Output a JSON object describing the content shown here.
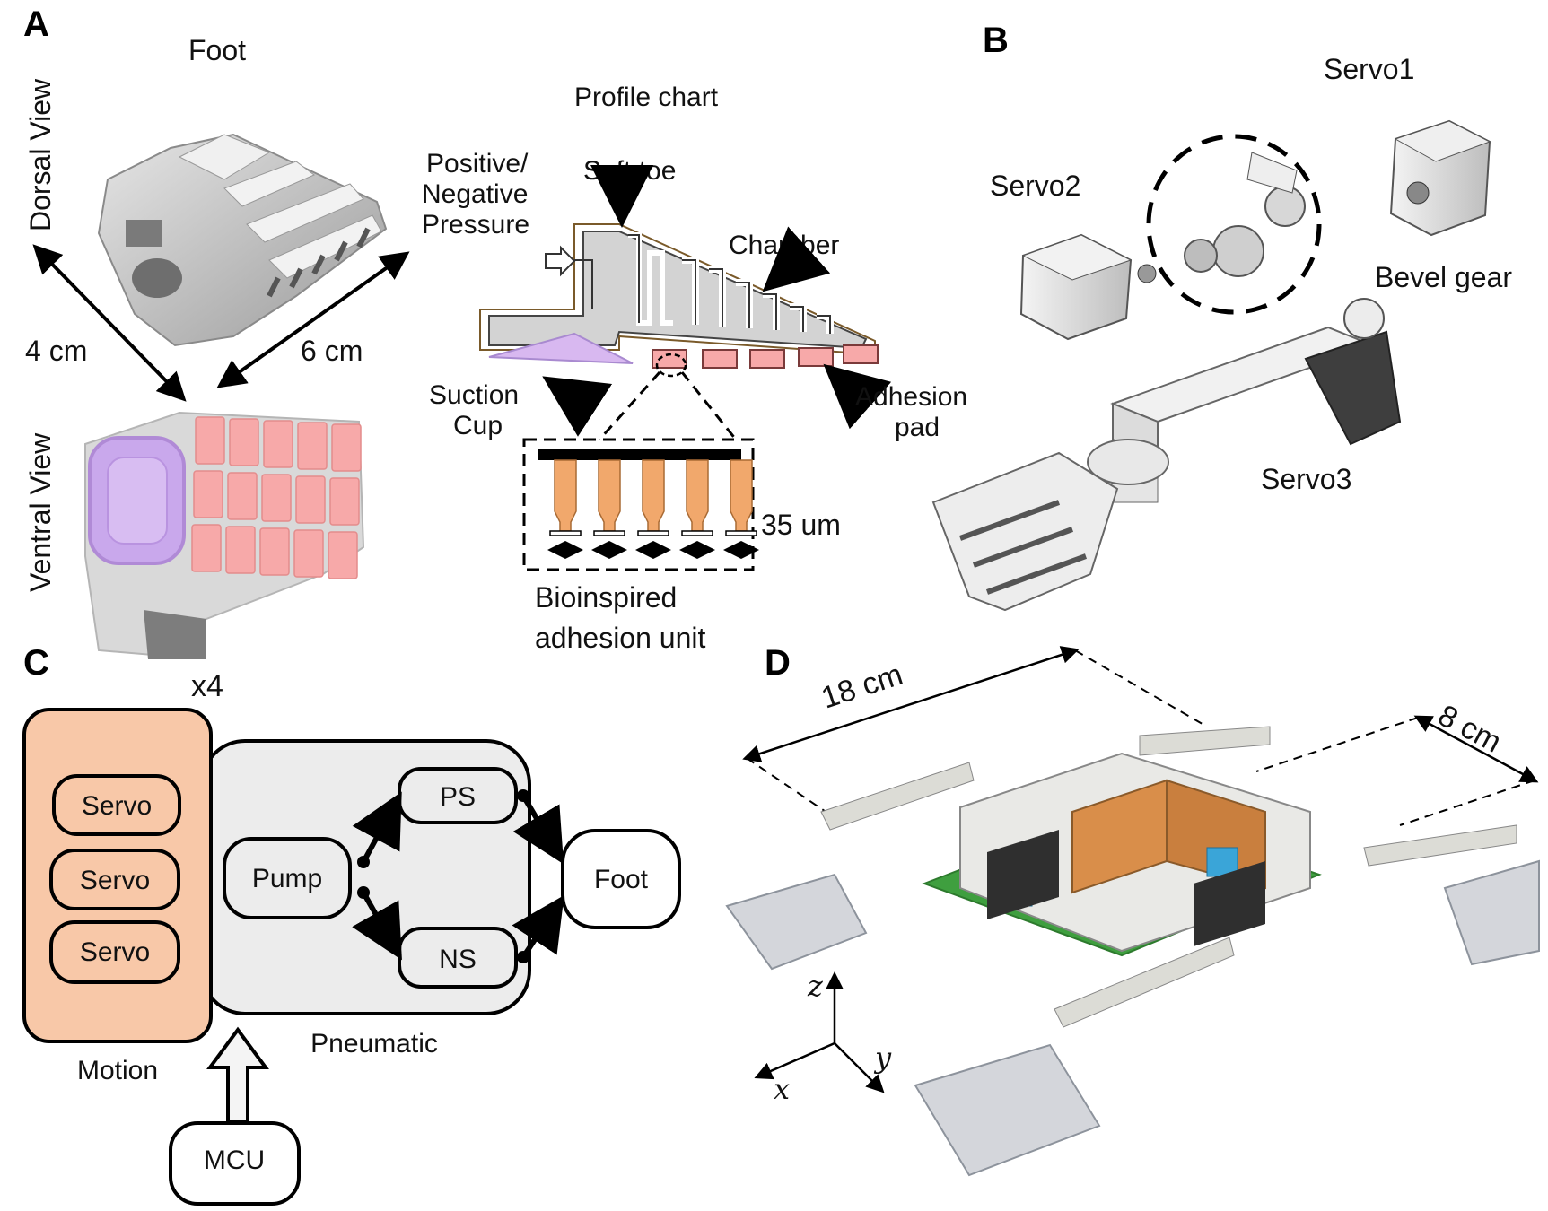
{
  "colors": {
    "motion_fill": "#f8c8a8",
    "pneumatic_fill": "#ececec",
    "adhesion_pad": "#f7a9a9",
    "suction_cup": "#d8b8f0",
    "setae": "#f1a86c",
    "robot_body": "#d98e4a",
    "connector_blue": "#3aa5d8",
    "pcb_green": "#3f9f3f",
    "servo_dark": "#2f2f2f"
  },
  "panel_a": {
    "letter": "A",
    "foot_title": "Foot",
    "dorsal_label": "Dorsal View",
    "ventral_label": "Ventral View",
    "dim_width": "4 cm",
    "dim_length": "6 cm",
    "profile_title": "Profile chart",
    "pressure_label": [
      "Positive/",
      "Negative",
      "Pressure"
    ],
    "soft_toe": "Soft toe",
    "chamber": "Chamber",
    "suction_cup": [
      "Suction",
      "Cup"
    ],
    "adhesion_pad": [
      "Adhesion",
      "pad"
    ],
    "setae_height": "35 um",
    "adhesion_unit": [
      "Bioinspired",
      "adhesion unit"
    ]
  },
  "panel_b": {
    "letter": "B",
    "servo1": "Servo1",
    "servo2": "Servo2",
    "servo3": "Servo3",
    "bevel_gear": "Bevel gear"
  },
  "panel_c": {
    "letter": "C",
    "multiplier": "x4",
    "motion_label": "Motion",
    "pneumatic_label": "Pneumatic",
    "servo_labels": [
      "Servo",
      "Servo",
      "Servo"
    ],
    "pump": "Pump",
    "ps": "PS",
    "ns": "NS",
    "foot": "Foot",
    "mcu": "MCU"
  },
  "panel_d": {
    "letter": "D",
    "length": "18 cm",
    "width": "8 cm",
    "axis_z": "z",
    "axis_x": "x",
    "axis_y": "y"
  }
}
